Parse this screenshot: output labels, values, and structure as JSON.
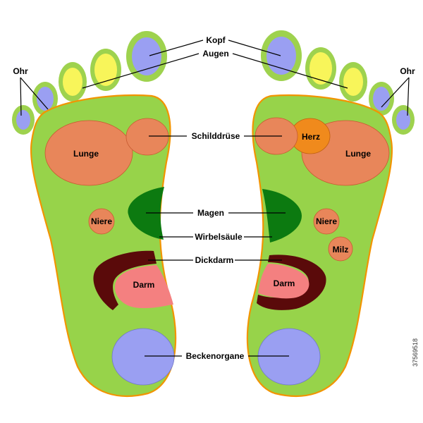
{
  "labels": {
    "kopf": "Kopf",
    "augen": "Augen",
    "ohr_left": "Ohr",
    "ohr_right": "Ohr",
    "schilddruese": "Schilddrüse",
    "lunge_left": "Lunge",
    "lunge_right": "Lunge",
    "herz": "Herz",
    "magen": "Magen",
    "niere_left": "Niere",
    "niere_right": "Niere",
    "wirbelsaeule": "Wirbelsäule",
    "milz": "Milz",
    "dickdarm": "Dickdarm",
    "darm_left": "Darm",
    "darm_right": "Darm",
    "beckenorgane": "Beckenorgane"
  },
  "stock_id": "37569518",
  "colors": {
    "sole": "#97d34a",
    "outline": "#f29400",
    "toe_ring": "#9ed24e",
    "head_zone": "#9a9ff2",
    "eye_zone": "#f8f55a",
    "lung_zone": "#e8865a",
    "heart_zone": "#f08a1c",
    "stomach_zone": "#0c7a10",
    "colon_zone": "#5a0a0a",
    "intestine_zone": "#f48080",
    "pelvic_zone": "#9a9ff2"
  }
}
